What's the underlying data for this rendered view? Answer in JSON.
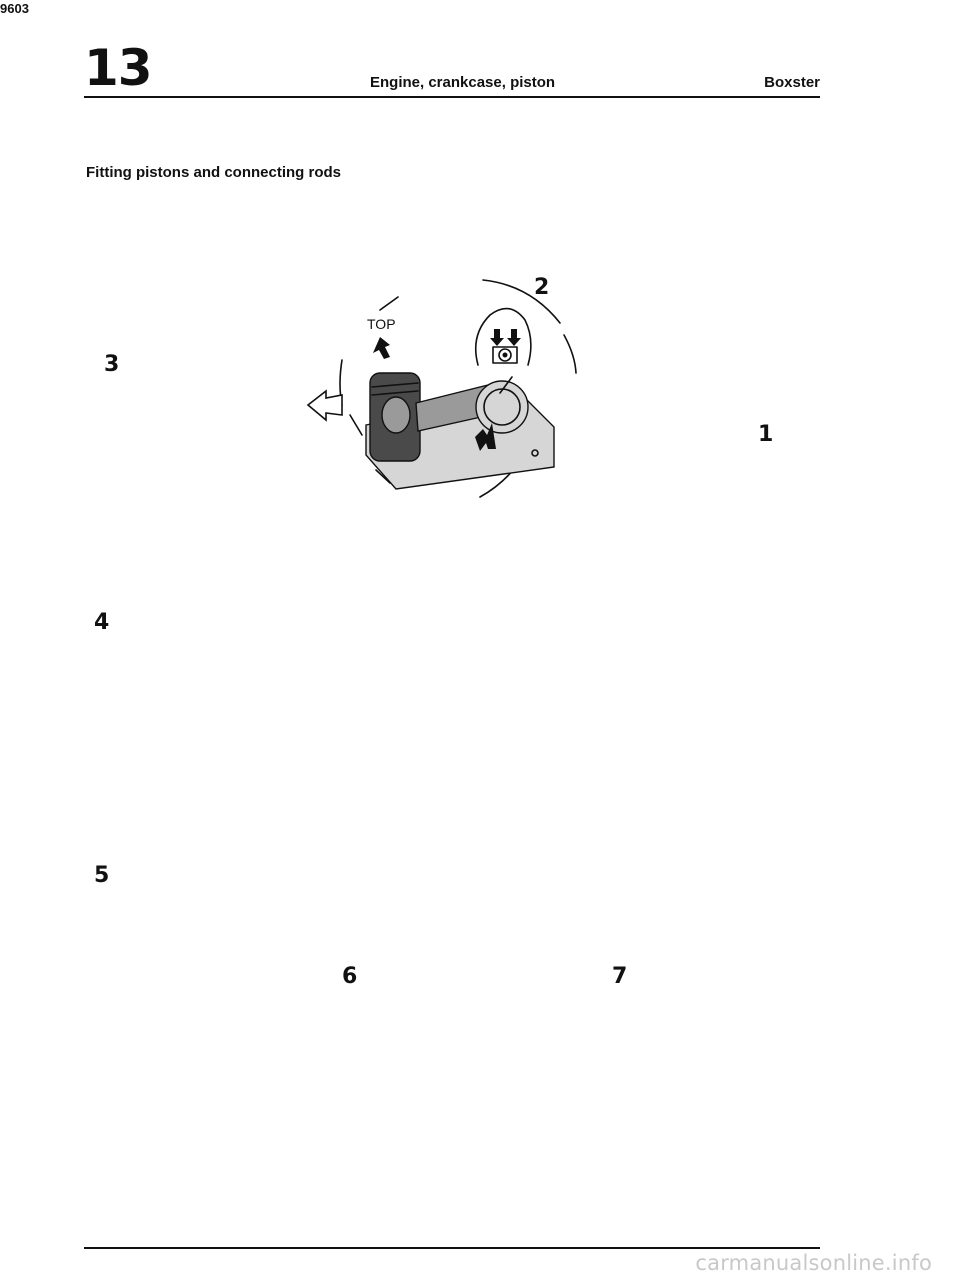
{
  "header": {
    "chapter": "13",
    "section": "Engine, crankcase, piston",
    "model": "Boxster"
  },
  "title": "Fitting pistons and connecting rods",
  "figure": {
    "callouts": [
      "1",
      "2",
      "3",
      "4",
      "5",
      "6",
      "7"
    ],
    "top_label": "TOP",
    "tool_number": "9603"
  },
  "watermark": "carmanualsonline.info"
}
